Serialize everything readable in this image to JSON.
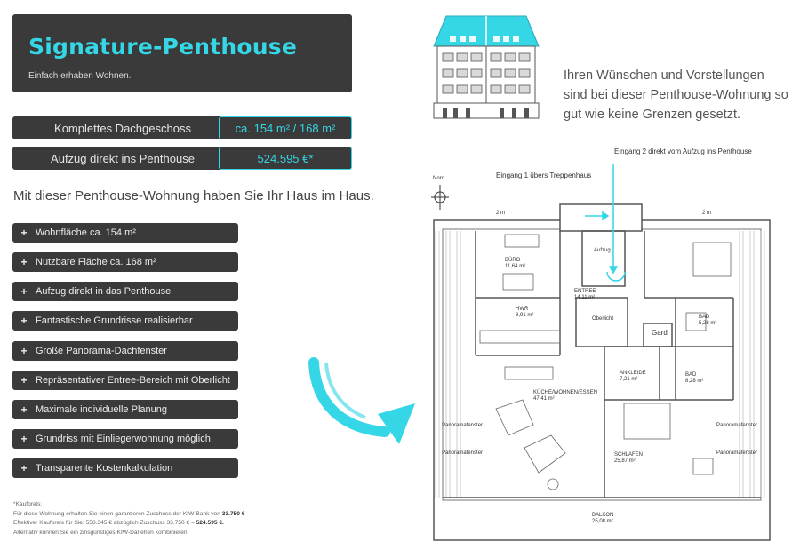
{
  "header": {
    "title": "Signature-Penthouse",
    "subtitle": "Einfach erhaben Wohnen."
  },
  "facts": [
    {
      "label": "Komplettes Dachgeschoss",
      "value": "ca. 154 m² / 168 m²"
    },
    {
      "label": "Aufzug direkt ins Penthouse",
      "value": "524.595 €*"
    }
  ],
  "tagline": "Mit dieser Penthouse-Wohnung haben Sie Ihr Haus im Haus.",
  "features": [
    "Wohnfläche ca. 154 m²",
    "Nutzbare Fläche ca. 168 m²",
    "Aufzug direkt in das Penthouse",
    "Fantastische Grundrisse realisierbar",
    "Große Panorama-Dachfenster",
    "Repräsentativer Entree-Bereich mit Oberlicht",
    "Maximale individuelle Planung",
    "Grundriss mit Einliegerwohnung möglich",
    "Transparente Kostenkalkulation"
  ],
  "feature_marker": "+",
  "footnote": {
    "heading": "*Kaufpreis:",
    "line1_pre": "Für diese Wohnung erhalten Sie einen garantieren Zuschuss der KfW-Bank von",
    "line1_bold": "33.750 €",
    "line2_pre": "Effektiver Kaufpreis für Sie: 558.345 € abzüglich Zuschuss 33.750 € =",
    "line2_bold": "524.595 €.",
    "line3": "Alternativ können Sie ein zinsgünstiges KfW-Darlehen kombinieren."
  },
  "intro": {
    "line1": "Ihren Wünschen und Vorstellungen",
    "line2": "sind bei dieser Penthouse-Wohnung so",
    "line3": "gut wie keine Grenzen gesetzt."
  },
  "floorplan": {
    "entrance1": "Eingang 1 übers Treppenhaus",
    "entrance2": "Eingang 2 direkt vom Aufzug ins Penthouse",
    "north": "Nord",
    "dim_left": "2 m",
    "dim_right": "2 m",
    "rooms": {
      "buero": {
        "name": "BÜRO",
        "area": "11,64 m²"
      },
      "aufzug": {
        "name": "Aufzug"
      },
      "entree": {
        "name": "ENTREE",
        "area": "14,11 m²"
      },
      "hwr": {
        "name": "HWR",
        "area": "8,91 m²"
      },
      "oberlicht": {
        "name": "Oberlicht"
      },
      "gard": {
        "name": "Gard"
      },
      "bad1": {
        "name": "BAD",
        "area": "5,28 m²"
      },
      "ankleide": {
        "name": "ANKLEIDE",
        "area": "7,21 m²"
      },
      "bad2": {
        "name": "BAD",
        "area": "8,28 m²"
      },
      "kueche": {
        "name": "KÜCHE/WOHNEN/ESSEN",
        "area": "47,41 m²"
      },
      "schlafen": {
        "name": "SCHLAFEN",
        "area": "25,87 m²"
      },
      "balkon": {
        "name": "BALKON",
        "area": "25,08 m²"
      }
    },
    "panorama": "Panoramafenster"
  },
  "colors": {
    "accent": "#35d6e6",
    "dark": "#3a3a3a"
  }
}
